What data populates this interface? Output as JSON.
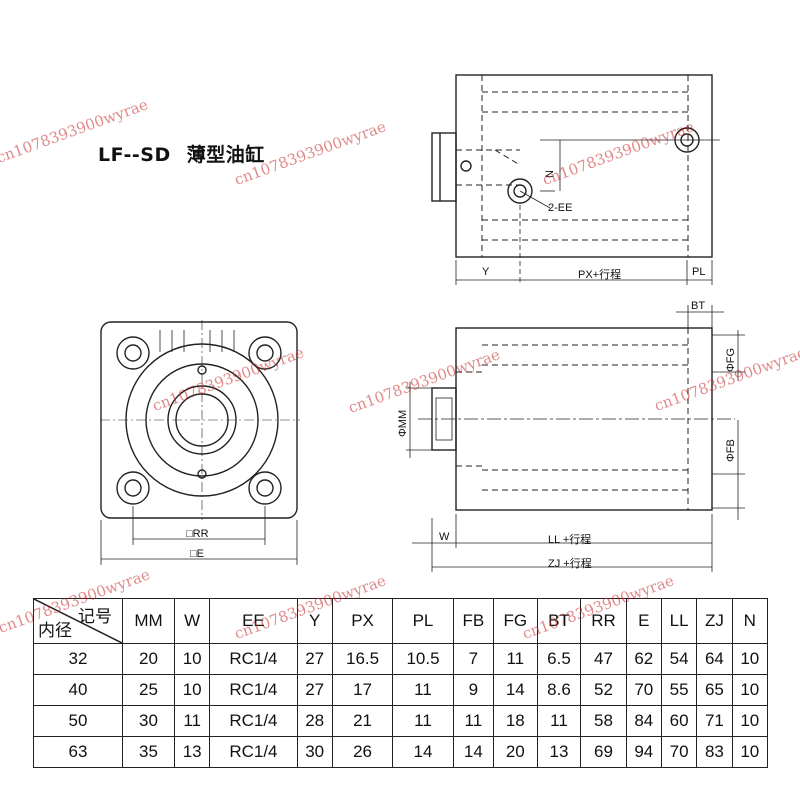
{
  "title": {
    "model": "LF--SD",
    "name": "薄型油缸"
  },
  "labels": {
    "ee": "2-EE",
    "n": "N",
    "y": "Y",
    "px": "PX+行程",
    "pl": "PL",
    "bt": "BT",
    "fg": "ΦFG",
    "fb": "ΦFB",
    "mm": "ΦMM",
    "w": "W",
    "ll": "LL +行程",
    "zj": "ZJ +行程",
    "rr": "□RR",
    "e": "□E"
  },
  "watermark": "cn1078393900wyrae",
  "table": {
    "corner_top": "记号",
    "corner_bottom": "内径",
    "columns": [
      "MM",
      "W",
      "EE",
      "Y",
      "PX",
      "PL",
      "FB",
      "FG",
      "BT",
      "RR",
      "E",
      "LL",
      "ZJ",
      "N"
    ],
    "rows": [
      [
        "32",
        "20",
        "10",
        "RC1/4",
        "27",
        "16.5",
        "10.5",
        "7",
        "11",
        "6.5",
        "47",
        "62",
        "54",
        "64",
        "10"
      ],
      [
        "40",
        "25",
        "10",
        "RC1/4",
        "27",
        "17",
        "11",
        "9",
        "14",
        "8.6",
        "52",
        "70",
        "55",
        "65",
        "10"
      ],
      [
        "50",
        "30",
        "11",
        "RC1/4",
        "28",
        "21",
        "11",
        "11",
        "18",
        "11",
        "58",
        "84",
        "60",
        "71",
        "10"
      ],
      [
        "63",
        "35",
        "13",
        "RC1/4",
        "30",
        "26",
        "14",
        "14",
        "20",
        "13",
        "69",
        "94",
        "70",
        "83",
        "10"
      ]
    ]
  }
}
